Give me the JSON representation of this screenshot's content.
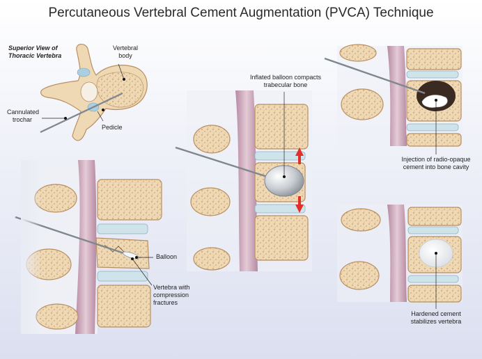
{
  "title": "Percutaneous Vertebral Cement Augmentation (PVCA) Technique",
  "superior_view": {
    "line1": "Superior View of",
    "line2": "Thoracic Vertebra"
  },
  "labels": {
    "vertebral_body": {
      "line1": "Vertebral",
      "line2": "body"
    },
    "cannulated_trochar": {
      "line1": "Cannulated",
      "line2": "trochar"
    },
    "pedicle": "Pedicle",
    "balloon": "Balloon",
    "compression": {
      "line1": "Vertebra with",
      "line2": "compression",
      "line3": "fractures"
    },
    "inflated": {
      "line1": "Inflated balloon compacts",
      "line2": "trabecular bone"
    },
    "injection": {
      "line1": "Injection of radio-opaque",
      "line2": "cement into bone cavity"
    },
    "hardened": {
      "line1": "Hardened cement",
      "line2": "stabilizes vertebra"
    }
  },
  "colors": {
    "bone": "#efd8b4",
    "bone_dark": "#c89a6a",
    "disc": "#cfe3ea",
    "cord": "#c9a7b8",
    "arrow": "#e0302a",
    "needle": "#9aa0a6"
  }
}
